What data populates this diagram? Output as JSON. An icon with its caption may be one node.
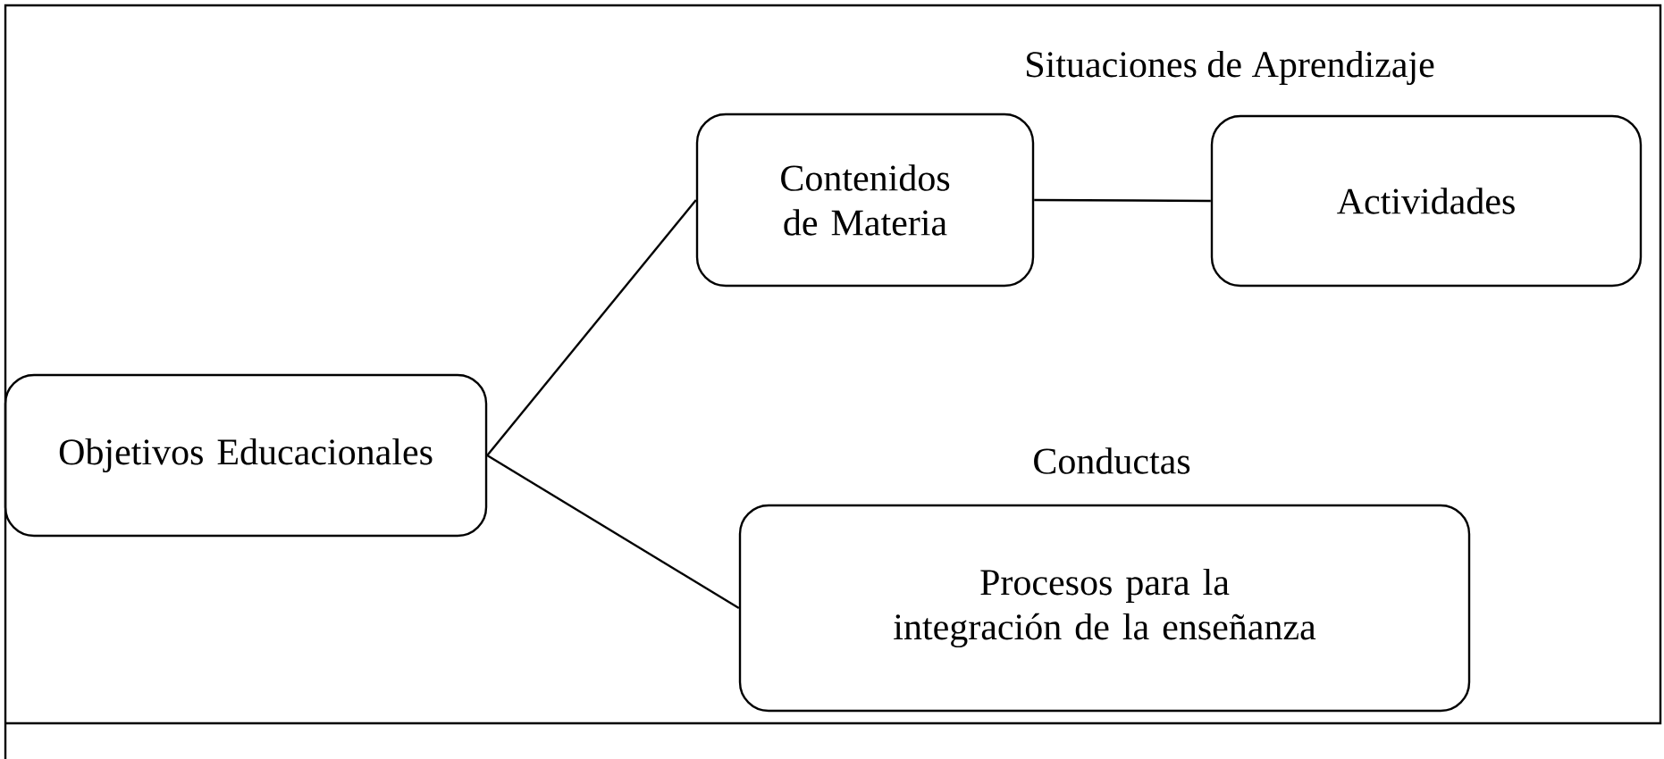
{
  "diagram": {
    "nodes": [
      {
        "text": [
          "Objetivos Educacionales"
        ]
      },
      {
        "text": [
          "Contenidos de Materia"
        ]
      },
      {
        "text": [
          "Actividades"
        ]
      },
      {
        "text": [
          "Procesos para la integración de la enseñanza"
        ]
      }
    ],
    "edges": [
      {
        "from": 0,
        "to": 1,
        "arrow": "none"
      },
      {
        "from": 0,
        "to": 3,
        "arrow": "none"
      },
      {
        "from": 1,
        "to": 2,
        "arrow": "none"
      }
    ],
    "labels": [
      "Situaciones de Aprendizaje",
      "Conductas"
    ]
  }
}
